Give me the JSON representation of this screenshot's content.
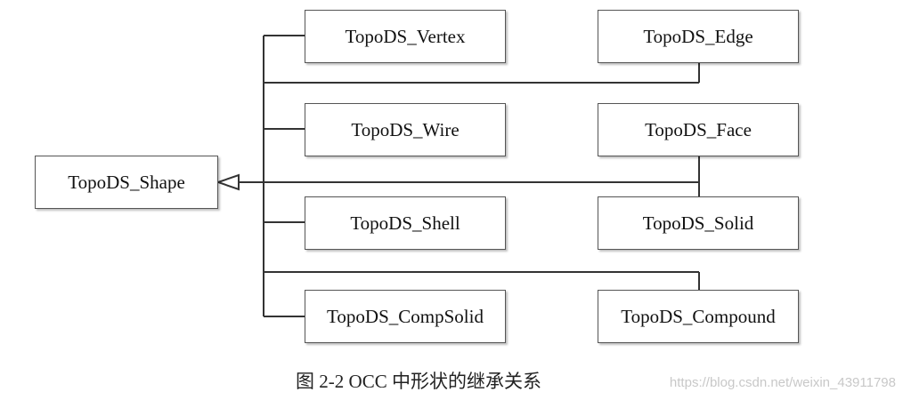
{
  "diagram": {
    "base_class": "TopoDS_Shape",
    "left_column": [
      "TopoDS_Vertex",
      "TopoDS_Wire",
      "TopoDS_Shell",
      "TopoDS_CompSolid"
    ],
    "right_column": [
      "TopoDS_Edge",
      "TopoDS_Face",
      "TopoDS_Solid",
      "TopoDS_Compound"
    ],
    "relationship": "inheritance (hollow-triangle arrow points to TopoDS_Shape)",
    "line_color": "#333333",
    "box_border_color": "#555555"
  },
  "caption": "图  2-2 OCC 中形状的继承关系",
  "watermark": "https://blog.csdn.net/weixin_43911798"
}
